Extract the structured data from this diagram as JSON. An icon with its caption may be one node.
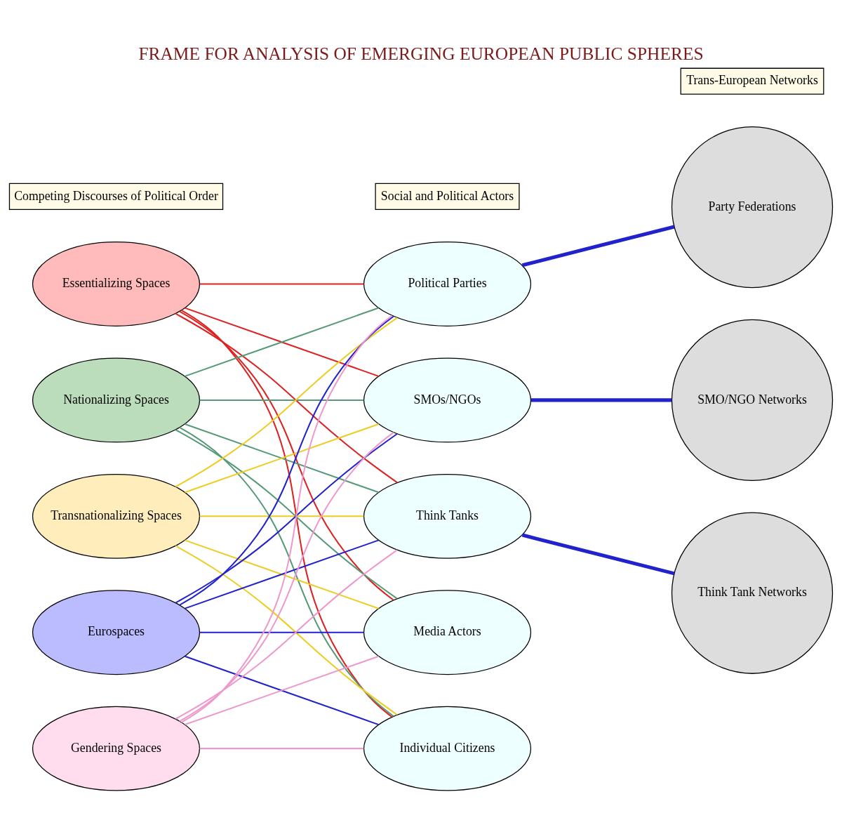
{
  "diagram": {
    "title": "FRAME FOR ANALYSIS OF EMERGING EUROPEAN PUBLIC SPHERES",
    "nodes": [
      {
        "text": [
          "Competing Discourses of Political Order"
        ]
      },
      {
        "text": [
          "Social and Political Actors"
        ]
      },
      {
        "text": [
          "Trans-European Networks"
        ]
      },
      {
        "text": [
          "Essentializing Spaces"
        ]
      },
      {
        "text": [
          "Nationalizing Spaces"
        ]
      },
      {
        "text": [
          "Transnationalizing Spaces"
        ]
      },
      {
        "text": [
          "Eurospaces"
        ]
      },
      {
        "text": [
          "Gendering Spaces"
        ]
      },
      {
        "text": [
          "Political Parties"
        ]
      },
      {
        "text": [
          "SMOs/NGOs"
        ]
      },
      {
        "text": [
          "Think Tanks"
        ]
      },
      {
        "text": [
          "Media Actors"
        ]
      },
      {
        "text": [
          "Individual Citizens"
        ]
      },
      {
        "text": [
          "Party Federations"
        ]
      },
      {
        "text": [
          "SMO/NGO Networks"
        ]
      },
      {
        "text": [
          "Think Tank Networks"
        ]
      }
    ],
    "edges": [
      {
        "from": 3,
        "to": 8,
        "arrow": "none",
        "color": "#dd2222"
      },
      {
        "from": 3,
        "to": 9,
        "arrow": "none",
        "color": "#dd2222"
      },
      {
        "from": 3,
        "to": 10,
        "arrow": "none",
        "color": "#dd2222"
      },
      {
        "from": 3,
        "to": 11,
        "arrow": "none",
        "color": "#dd2222"
      },
      {
        "from": 3,
        "to": 12,
        "arrow": "none",
        "color": "#dd2222"
      },
      {
        "from": 4,
        "to": 8,
        "arrow": "none",
        "color": "#559977"
      },
      {
        "from": 4,
        "to": 9,
        "arrow": "none",
        "color": "#559977"
      },
      {
        "from": 4,
        "to": 10,
        "arrow": "none",
        "color": "#559977"
      },
      {
        "from": 4,
        "to": 11,
        "arrow": "none",
        "color": "#559977"
      },
      {
        "from": 4,
        "to": 12,
        "arrow": "none",
        "color": "#559977"
      },
      {
        "from": 5,
        "to": 8,
        "arrow": "none",
        "color": "#eecc22"
      },
      {
        "from": 5,
        "to": 9,
        "arrow": "none",
        "color": "#eecc22"
      },
      {
        "from": 5,
        "to": 10,
        "arrow": "none",
        "color": "#eecc22"
      },
      {
        "from": 5,
        "to": 11,
        "arrow": "none",
        "color": "#eecc22"
      },
      {
        "from": 5,
        "to": 12,
        "arrow": "none",
        "color": "#eecc22"
      },
      {
        "from": 6,
        "to": 8,
        "arrow": "none",
        "color": "#2222cc"
      },
      {
        "from": 6,
        "to": 9,
        "arrow": "none",
        "color": "#2222cc"
      },
      {
        "from": 6,
        "to": 10,
        "arrow": "none",
        "color": "#2222cc"
      },
      {
        "from": 6,
        "to": 11,
        "arrow": "none",
        "color": "#2222cc"
      },
      {
        "from": 6,
        "to": 12,
        "arrow": "none",
        "color": "#2222cc"
      },
      {
        "from": 7,
        "to": 8,
        "arrow": "none",
        "color": "#ee99cc"
      },
      {
        "from": 7,
        "to": 9,
        "arrow": "none",
        "color": "#ee99cc"
      },
      {
        "from": 7,
        "to": 10,
        "arrow": "none",
        "color": "#ee99cc"
      },
      {
        "from": 7,
        "to": 11,
        "arrow": "none",
        "color": "#ee99cc"
      },
      {
        "from": 7,
        "to": 12,
        "arrow": "none",
        "color": "#ee99cc"
      },
      {
        "from": 8,
        "to": 13,
        "arrow": "none",
        "style": "thick",
        "color": "#2222cc"
      },
      {
        "from": 9,
        "to": 14,
        "arrow": "none",
        "style": "thick",
        "color": "#2222cc"
      },
      {
        "from": 10,
        "to": 15,
        "arrow": "none",
        "style": "thick",
        "color": "#2222cc"
      }
    ]
  }
}
